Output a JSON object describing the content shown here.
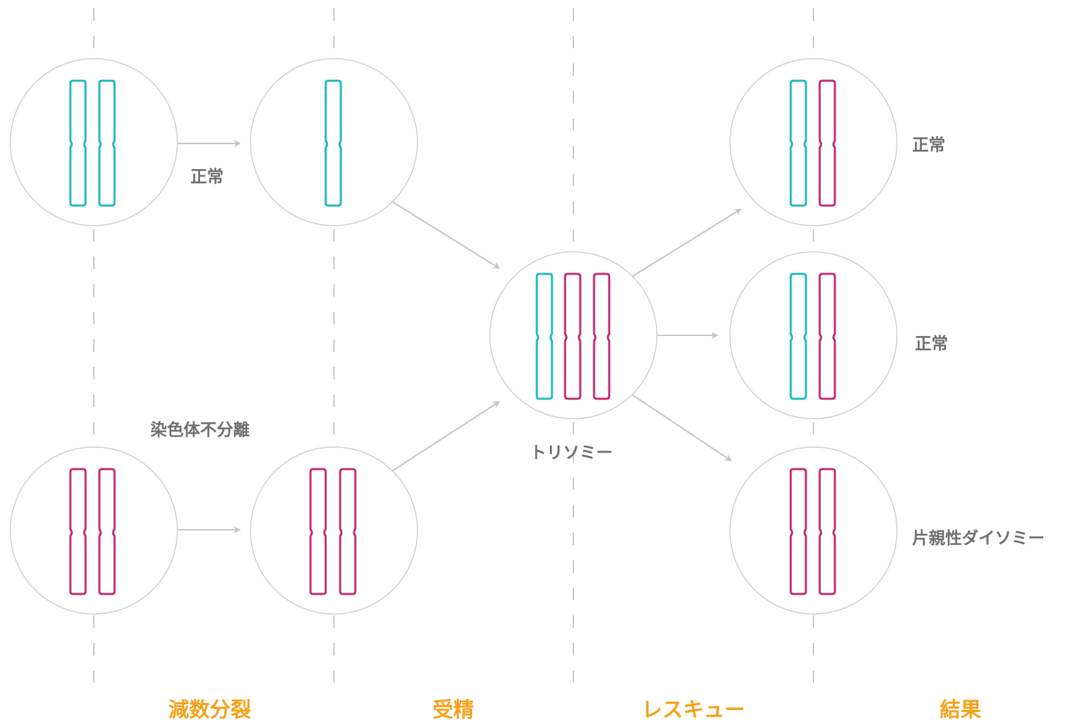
{
  "colors": {
    "paternal": "#1fb8c0",
    "maternal": "#c22a6e",
    "stage_label": "#f4a21b",
    "annotation": "#6f6f6f",
    "cell_outline": "#cfcfcf",
    "arrow": "#c4c4c4",
    "divider": "#c8c8c8"
  },
  "stages": [
    "減数分裂",
    "受精",
    "レスキュー",
    "結果"
  ],
  "annotations": {
    "normal_meiosis": "正常",
    "nondisjunction": "染色体不分離",
    "trisomy": "トリソミー"
  },
  "outcomes": [
    "正常",
    "正常",
    "片親性ダイソミー"
  ],
  "cells": [
    {
      "id": "meiosis-top",
      "chromosomes": [
        "paternal",
        "paternal"
      ]
    },
    {
      "id": "gamete-top",
      "chromosomes": [
        "paternal"
      ]
    },
    {
      "id": "meiosis-bottom",
      "chromosomes": [
        "maternal",
        "maternal"
      ]
    },
    {
      "id": "gamete-bottom",
      "chromosomes": [
        "maternal",
        "maternal"
      ]
    },
    {
      "id": "trisomy-cell",
      "chromosomes": [
        "paternal",
        "maternal",
        "maternal"
      ]
    },
    {
      "id": "result-1",
      "chromosomes": [
        "paternal",
        "maternal"
      ]
    },
    {
      "id": "result-2",
      "chromosomes": [
        "paternal",
        "maternal"
      ]
    },
    {
      "id": "result-3",
      "chromosomes": [
        "maternal",
        "maternal"
      ]
    }
  ],
  "arrows": [
    {
      "from": "meiosis-top",
      "to": "gamete-top"
    },
    {
      "from": "meiosis-bottom",
      "to": "gamete-bottom"
    },
    {
      "from": "gamete-top",
      "to": "trisomy-cell"
    },
    {
      "from": "gamete-bottom",
      "to": "trisomy-cell"
    },
    {
      "from": "trisomy-cell",
      "to": "result-1"
    },
    {
      "from": "trisomy-cell",
      "to": "result-2"
    },
    {
      "from": "trisomy-cell",
      "to": "result-3"
    }
  ]
}
